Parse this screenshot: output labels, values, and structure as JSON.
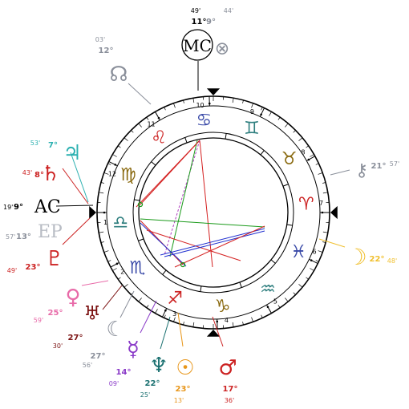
{
  "wheel": {
    "house_numbers": [
      "1",
      "2",
      "3",
      "4",
      "5",
      "6",
      "7",
      "8",
      "9",
      "10",
      "11",
      "12"
    ],
    "signs": [
      {
        "glyph": "♈",
        "color": "#cc2222"
      },
      {
        "glyph": "♉",
        "color": "#8a6a10"
      },
      {
        "glyph": "♊",
        "color": "#2f7f7f"
      },
      {
        "glyph": "♋",
        "color": "#3a4aa8"
      },
      {
        "glyph": "♌",
        "color": "#cc2222"
      },
      {
        "glyph": "♍",
        "color": "#8a6a10"
      },
      {
        "glyph": "♎",
        "color": "#2f7f7f"
      },
      {
        "glyph": "♏",
        "color": "#3a4aa8"
      },
      {
        "glyph": "♐",
        "color": "#cc2222"
      },
      {
        "glyph": "♑",
        "color": "#8a6a10"
      },
      {
        "glyph": "♒",
        "color": "#2f7f7f"
      },
      {
        "glyph": "♓",
        "color": "#3a4aa8"
      }
    ]
  },
  "angles": {
    "mc": {
      "label": "MC",
      "deg": "11°",
      "min": "49'"
    },
    "ac": {
      "label": "AC",
      "deg": "9°",
      "min": "19'"
    },
    "ep": {
      "label": "EP",
      "deg": "13°",
      "min": "57'"
    }
  },
  "bodies": [
    {
      "name": "part-of-fortune",
      "glyph": "⊗",
      "deg": "9°",
      "min": "44'",
      "color": "#8a8f9a"
    },
    {
      "name": "north-node",
      "glyph": "☊",
      "deg": "12°",
      "min": "03'",
      "color": "#8a8f9a"
    },
    {
      "name": "jupiter",
      "glyph": "♃",
      "deg": "7°",
      "min": "53'",
      "color": "#2ab0b0"
    },
    {
      "name": "saturn",
      "glyph": "♄",
      "deg": "8°",
      "min": "43'",
      "color": "#cc2222"
    },
    {
      "name": "pluto",
      "glyph": "♇",
      "deg": "23°",
      "min": "49'",
      "color": "#cc2222"
    },
    {
      "name": "venus",
      "glyph": "♀",
      "deg": "25°",
      "min": "59'",
      "color": "#e86aa8"
    },
    {
      "name": "uranus",
      "glyph": "♅",
      "deg": "27°",
      "min": "30'",
      "color": "#7a1010"
    },
    {
      "name": "lilith",
      "glyph": "☾",
      "deg": "27°",
      "min": "56'",
      "color": "#8a8f9a"
    },
    {
      "name": "mercury",
      "glyph": "☿",
      "deg": "14°",
      "min": "09'",
      "color": "#8a3ac8"
    },
    {
      "name": "neptune",
      "glyph": "♆",
      "deg": "22°",
      "min": "25'",
      "color": "#1a7070"
    },
    {
      "name": "sun",
      "glyph": "☉",
      "deg": "23°",
      "min": "13'",
      "color": "#e8961a"
    },
    {
      "name": "mars",
      "glyph": "♂",
      "deg": "17°",
      "min": "36'",
      "color": "#cc2222"
    },
    {
      "name": "moon",
      "glyph": "☽",
      "deg": "22°",
      "min": "48'",
      "color": "#f0c030"
    },
    {
      "name": "chiron",
      "glyph": "⚷",
      "deg": "21°",
      "min": "57'",
      "color": "#8a8f9a"
    }
  ],
  "colors": {
    "aspect_red": "#d42020",
    "aspect_green": "#1a9a1a",
    "aspect_blue": "#2030d0",
    "aspect_purple": "#b040c0"
  }
}
